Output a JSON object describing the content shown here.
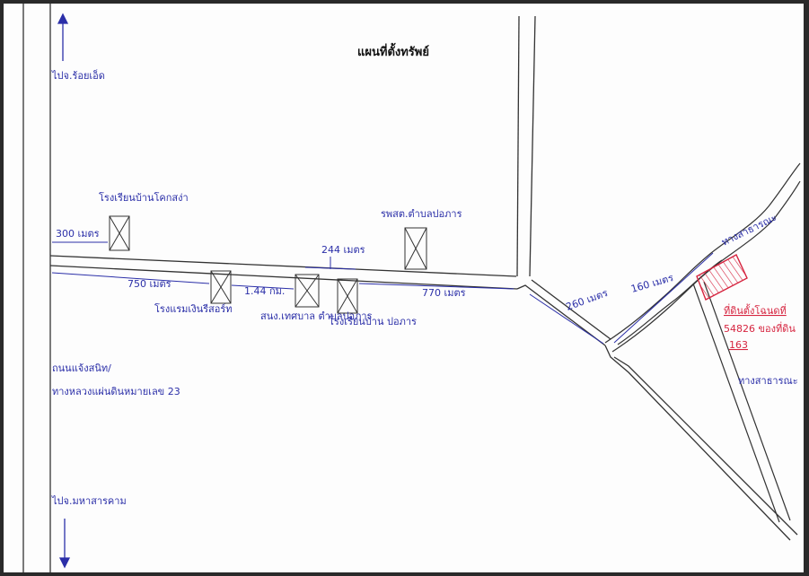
{
  "map": {
    "title": "แผนที่ตั้งทรัพย์",
    "directions": {
      "north": "ไปจ.ร้อยเอ็ด",
      "south": "ไปจ.มหาสารคาม"
    },
    "main_road": {
      "line1": "ถนนแจ้งสนิท/",
      "line2": "ทางหลวงแผ่นดินหมายเลข 23"
    },
    "landmarks": {
      "school_kok": "โรงเรียนบ้านโคกสง่า",
      "hospital": "รพสต.ตำบลปอภาร",
      "hotel": "โรงแรมเงินรีสอร์ท",
      "sao": "สนง.เทศบาล ตำบลปอภาร",
      "school_po": "โรงเรียนบ้าน ปอภาร",
      "public_way_1": "ทางสาธารณะ",
      "public_way_2": "ทางสาธารณะ"
    },
    "distances": {
      "d300": "300 เมตร",
      "d750": "750 เมตร",
      "d144": "1.44 กม.",
      "d244": "244 เมตร",
      "d770": "770 เมตร",
      "d260": "260 เมตร",
      "d160": "160 เมตร"
    },
    "property": {
      "line1": "ที่ดินตั้งโฉนดที่",
      "line2": "54826 ของที่ดิน",
      "line3": "163"
    },
    "colors": {
      "ink": "#2b2fa8",
      "lines": "#333333",
      "property": "#d6243f"
    }
  }
}
